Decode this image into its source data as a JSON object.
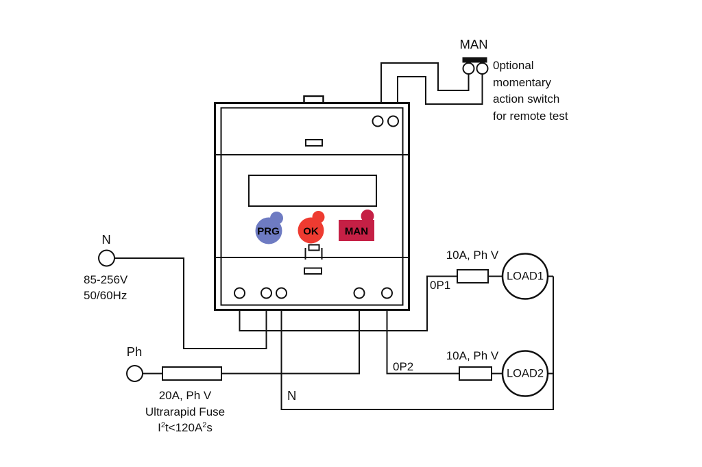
{
  "remote_switch": {
    "label": "MAN",
    "note_lines": [
      "0ptional",
      "momentary",
      "action switch",
      "for remote test"
    ]
  },
  "device": {
    "buttons": [
      {
        "label": "PRG",
        "color": "#6e7bc2"
      },
      {
        "label": "OK",
        "color": "#ee3b31"
      },
      {
        "label": "MAN",
        "color": "#c52045"
      }
    ]
  },
  "supply": {
    "neutral_label": "N",
    "voltage": "85-256V",
    "frequency": "50/60Hz",
    "phase_label": "Ph",
    "fuse": {
      "rating": "20A, Ph V",
      "type": "Ultrarapid Fuse",
      "i2t_parts": [
        "I",
        "2",
        "t<120A",
        "2",
        "s"
      ]
    }
  },
  "outputs": [
    {
      "terminal_label": "0P1",
      "fuse_rating": "10A, Ph V",
      "load_label": "LOAD1"
    },
    {
      "terminal_label": "0P2",
      "fuse_rating": "10A, Ph V",
      "load_label": "LOAD2"
    }
  ],
  "neutral_return_label": "N",
  "colors": {
    "wire": "#111111",
    "button_prg": "#6e7bc2",
    "button_ok": "#ee3b31",
    "button_man": "#c52045"
  }
}
